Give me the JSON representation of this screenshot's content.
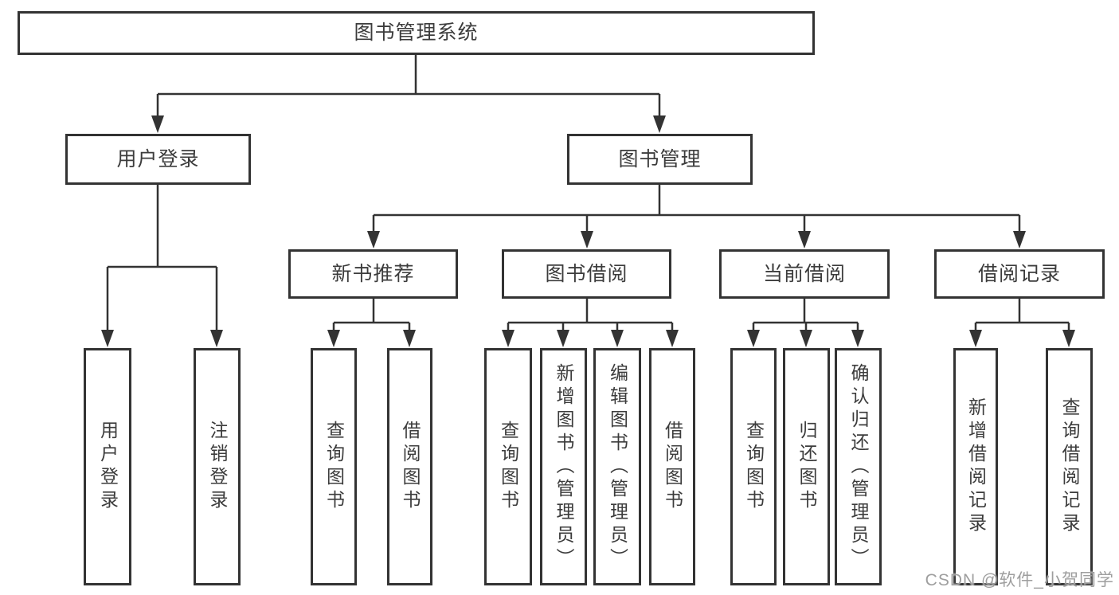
{
  "tree": {
    "label": "图书管理系统",
    "children": [
      {
        "label": "用户登录",
        "children": [
          {
            "label": "用户登录"
          },
          {
            "label": "注销登录"
          }
        ]
      },
      {
        "label": "图书管理",
        "children": [
          {
            "label": "新书推荐",
            "children": [
              {
                "label": "查询图书"
              },
              {
                "label": "借阅图书"
              }
            ]
          },
          {
            "label": "图书借阅",
            "children": [
              {
                "label": "查询图书"
              },
              {
                "label": "新增图书（管理员）"
              },
              {
                "label": "编辑图书（管理员）"
              },
              {
                "label": "借阅图书"
              }
            ]
          },
          {
            "label": "当前借阅",
            "children": [
              {
                "label": "查询图书"
              },
              {
                "label": "归还图书"
              },
              {
                "label": "确认归还（管理员）"
              }
            ]
          },
          {
            "label": "借阅记录",
            "children": [
              {
                "label": "新增借阅记录"
              },
              {
                "label": "查询借阅记录"
              }
            ]
          }
        ]
      }
    ]
  },
  "watermark": "CSDN @软件_小贺同学",
  "colors": {
    "line": "#333333",
    "text": "#3c3c3c",
    "watermark": "#9e9e9e",
    "background": "#ffffff"
  }
}
